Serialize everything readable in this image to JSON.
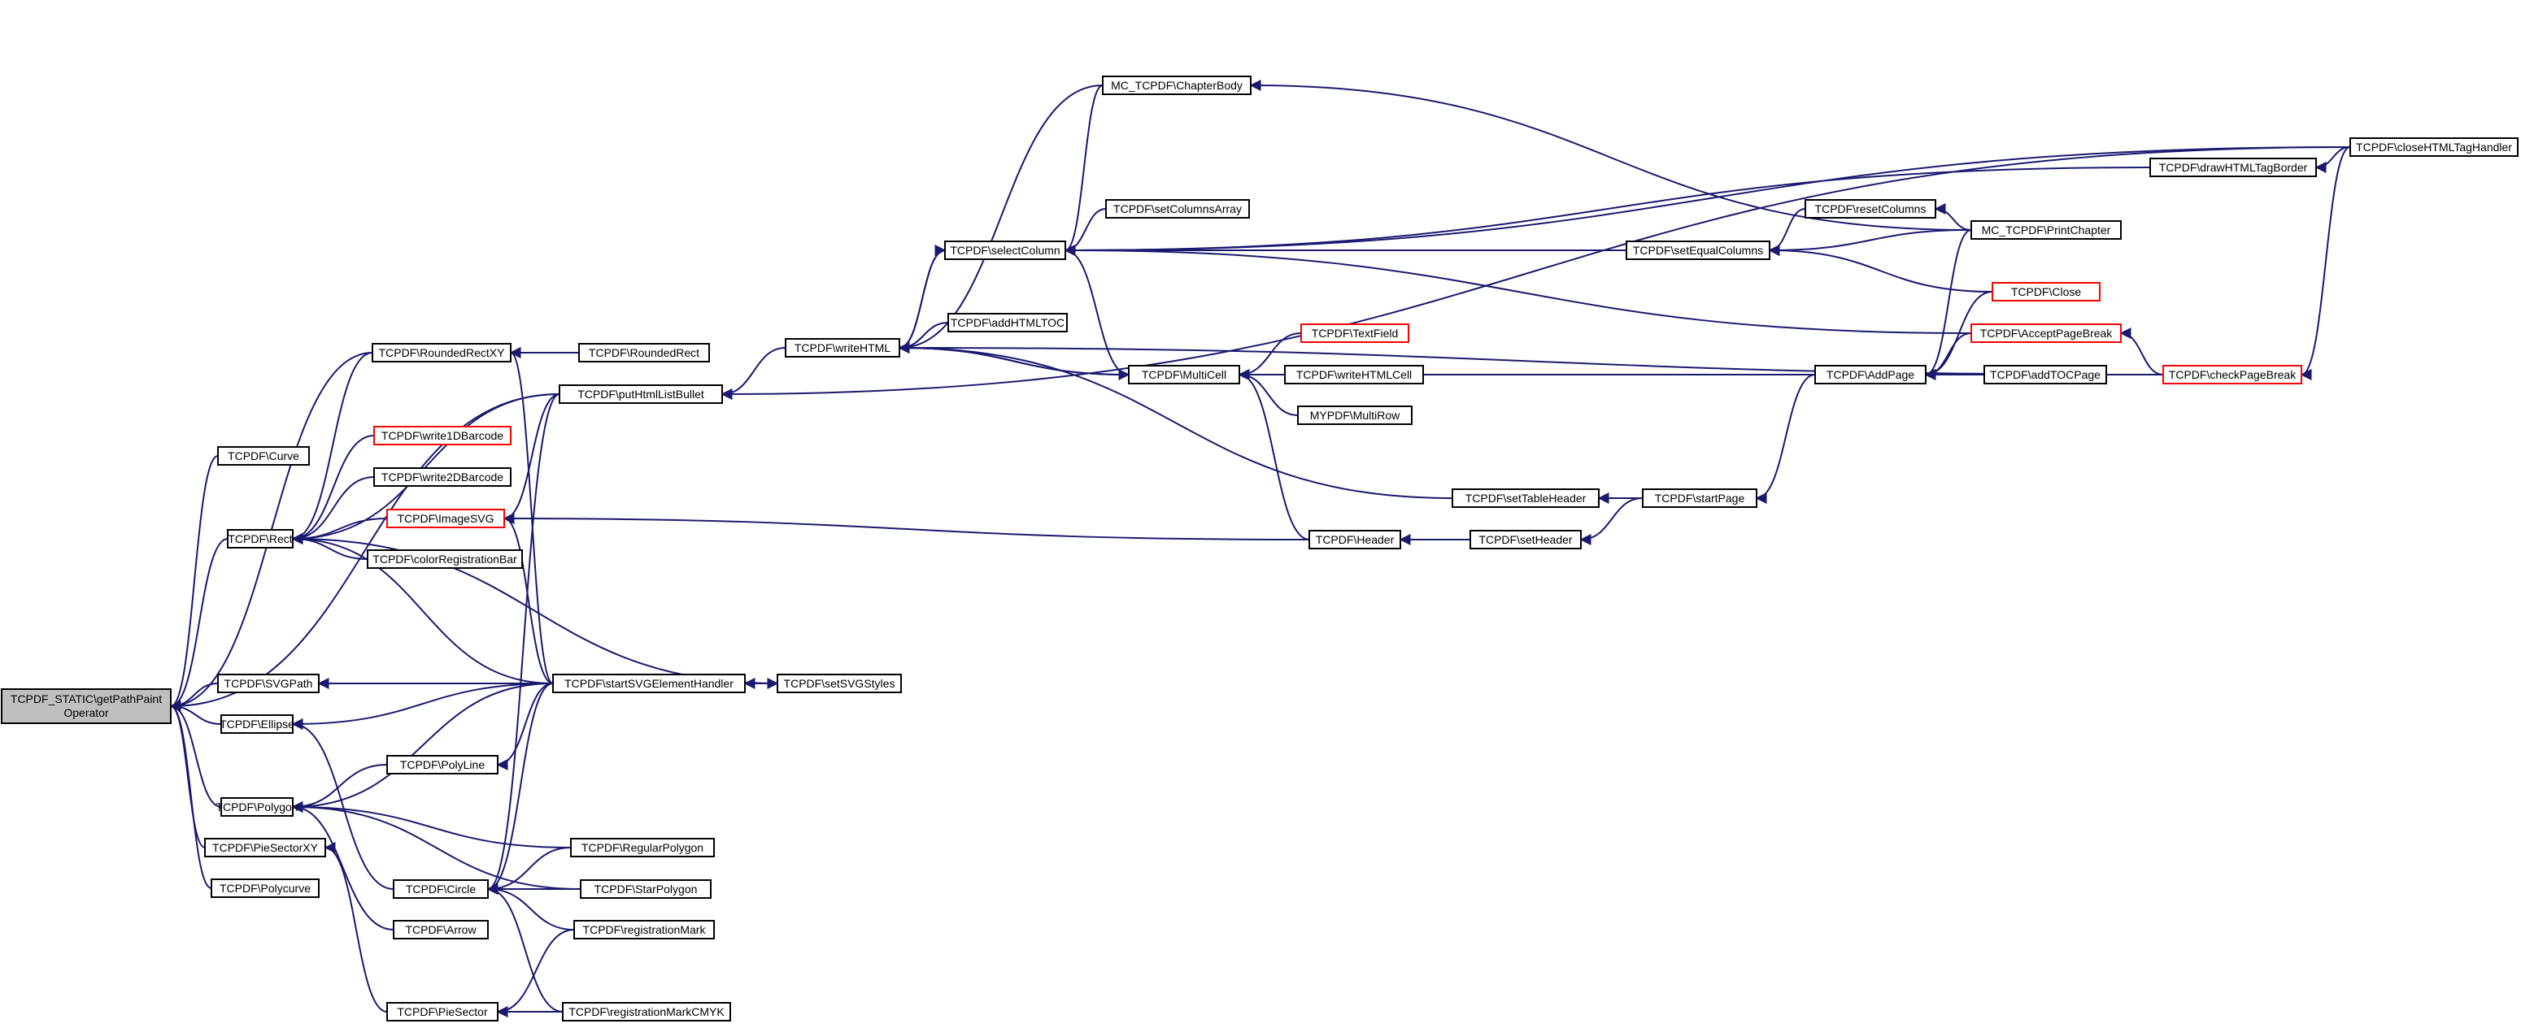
{
  "graph": {
    "nodes": {
      "root": [
        "TCPDF_STATIC\\getPathPaint",
        "Operator"
      ],
      "curve": [
        "TCPDF\\Curve"
      ],
      "rect": [
        "TCPDF\\Rect"
      ],
      "svgpath": [
        "TCPDF\\SVGPath"
      ],
      "ellipse": [
        "TCPDF\\Ellipse"
      ],
      "polygon": [
        "TCPDF\\Polygon"
      ],
      "piesectorxy": [
        "TCPDF\\PieSectorXY"
      ],
      "polycurve": [
        "TCPDF\\Polycurve"
      ],
      "roundedrectxy": [
        "TCPDF\\RoundedRectXY"
      ],
      "write1d": [
        "TCPDF\\write1DBarcode"
      ],
      "write2d": [
        "TCPDF\\write2DBarcode"
      ],
      "imagesvg": [
        "TCPDF\\ImageSVG"
      ],
      "colorreg": [
        "TCPDF\\colorRegistrationBar"
      ],
      "polyline": [
        "TCPDF\\PolyLine"
      ],
      "circle": [
        "TCPDF\\Circle"
      ],
      "arrow": [
        "TCPDF\\Arrow"
      ],
      "piesector": [
        "TCPDF\\PieSector"
      ],
      "roundedrect": [
        "TCPDF\\RoundedRect"
      ],
      "puthtml": [
        "TCPDF\\putHtmlListBullet"
      ],
      "startsvg": [
        "TCPDF\\startSVGElementHandler"
      ],
      "setsvgstyles": [
        "TCPDF\\setSVGStyles"
      ],
      "regpolygon": [
        "TCPDF\\RegularPolygon"
      ],
      "starpolygon": [
        "TCPDF\\StarPolygon"
      ],
      "regmark": [
        "TCPDF\\registrationMark"
      ],
      "regmarkcmyk": [
        "TCPDF\\registrationMarkCMYK"
      ],
      "writehtml": [
        "TCPDF\\writeHTML"
      ],
      "chapterbody": [
        "MC_TCPDF\\ChapterBody"
      ],
      "setcolumnsarray": [
        "TCPDF\\setColumnsArray"
      ],
      "selectcolumn": [
        "TCPDF\\selectColumn"
      ],
      "addhtmltoc": [
        "TCPDF\\addHTMLTOC"
      ],
      "multicell": [
        "TCPDF\\MultiCell"
      ],
      "textfield": [
        "TCPDF\\TextField"
      ],
      "writehtmlcell": [
        "TCPDF\\writeHTMLCell"
      ],
      "mypdfmultirow": [
        "MYPDF\\MultiRow"
      ],
      "header": [
        "TCPDF\\Header"
      ],
      "settableheader": [
        "TCPDF\\setTableHeader"
      ],
      "setheader": [
        "TCPDF\\setHeader"
      ],
      "startpage": [
        "TCPDF\\startPage"
      ],
      "resetcolumns": [
        "TCPDF\\resetColumns"
      ],
      "setequalcolumns": [
        "TCPDF\\setEqualColumns"
      ],
      "addpage": [
        "TCPDF\\AddPage"
      ],
      "printchapter": [
        "MC_TCPDF\\PrintChapter"
      ],
      "close": [
        "TCPDF\\Close"
      ],
      "acceptpagebreak": [
        "TCPDF\\AcceptPageBreak"
      ],
      "addtocpage": [
        "TCPDF\\addTOCPage"
      ],
      "drawhtmltagborder": [
        "TCPDF\\drawHTMLTagBorder"
      ],
      "checkpagebreak": [
        "TCPDF\\checkPageBreak"
      ],
      "closehtmltaghandler": [
        "TCPDF\\closeHTMLTagHandler"
      ]
    },
    "colors": {
      "edge": "#191970",
      "root_fill": "#bfbfbf",
      "node_border": "#000000",
      "truncated_border": "#ff0000"
    }
  }
}
